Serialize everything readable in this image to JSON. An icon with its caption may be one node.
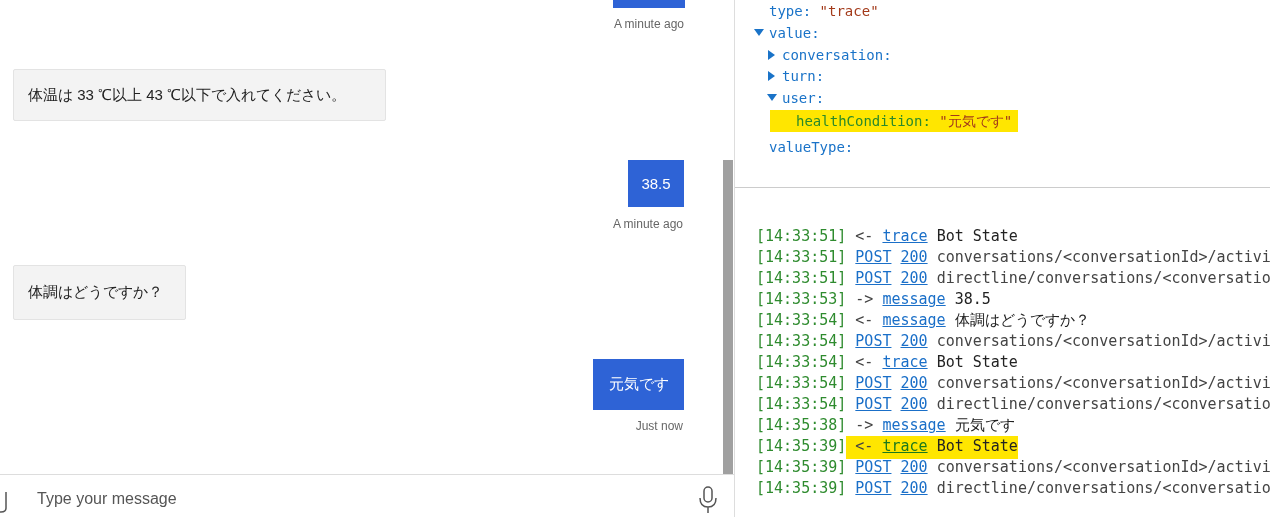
{
  "diagram": {
    "nodes": [
      {
        "text": [],
        "shape": "box",
        "beside": [
          "A minute ago"
        ]
      },
      {
        "text": [
          "体温は 33 ℃以上 43 ℃以下で入れてください。"
        ]
      },
      {
        "text": [
          "38.5"
        ],
        "beside": [
          "A minute ago"
        ]
      },
      {
        "text": [
          "体調はどうですか？"
        ]
      },
      {
        "text": [
          "元気です"
        ],
        "beside": [
          "Just now"
        ]
      },
      {
        "text": [
          "Type your message"
        ]
      }
    ],
    "labels": [
      "type: \"trace\"",
      "value:",
      "conversation:",
      "turn:",
      "user:",
      "healthCondition: \"元気です\"",
      "valueType:",
      "[14:33:51] <- trace Bot State",
      "[14:33:51] POST 200 conversations/<conversationId>/activi",
      "[14:33:51] POST 200 directline/conversations/<conversatio",
      "[14:33:53] -> message 38.5",
      "[14:33:54] <- message 体調はどうですか？",
      "[14:33:54] POST 200 conversations/<conversationId>/activi",
      "[14:33:54] <- trace Bot State",
      "[14:33:54] POST 200 conversations/<conversationId>/activi",
      "[14:33:54] POST 200 directline/conversations/<conversatio",
      "[14:35:38] -> message 元気です",
      "[14:35:39] <- trace Bot State",
      "[14:35:39] POST 200 conversations/<conversationId>/activi",
      "[14:35:39] POST 200 directline/conversations/<conversatio"
    ]
  }
}
